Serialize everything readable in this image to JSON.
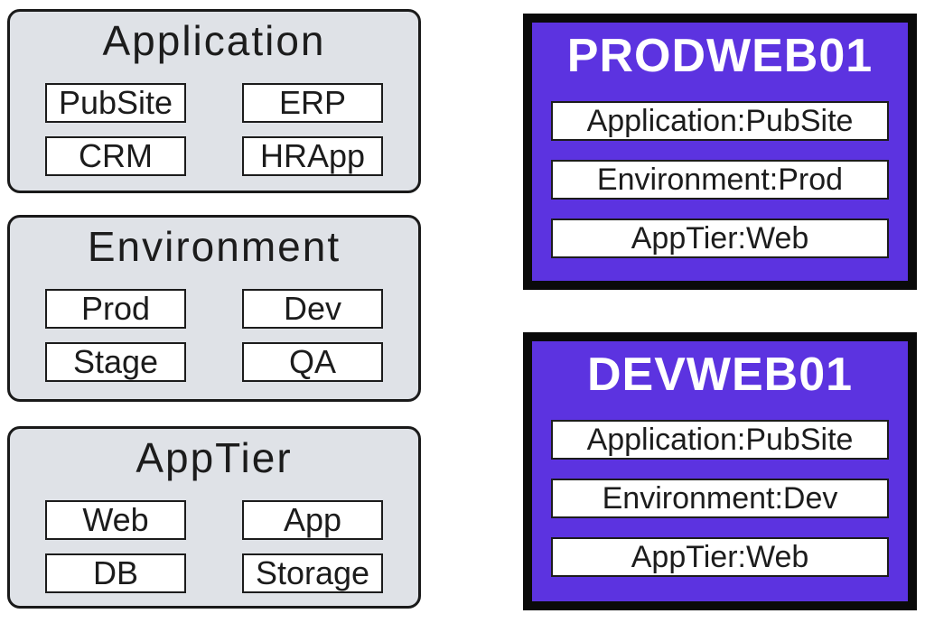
{
  "colors": {
    "background": "#ffffff",
    "panel_fill": "#dfe2e7",
    "panel_border": "#1a1a1a",
    "chip_fill": "#ffffff",
    "chip_border": "#1c1c1c",
    "server_fill": "#5c33e0",
    "server_border": "#0a0a0a",
    "server_title_text": "#ffffff",
    "body_text": "#1c1c1c"
  },
  "tag_categories": [
    {
      "title": "Application",
      "values": [
        "PubSite",
        "ERP",
        "CRM",
        "HRApp"
      ]
    },
    {
      "title": "Environment",
      "values": [
        "Prod",
        "Dev",
        "Stage",
        "QA"
      ]
    },
    {
      "title": "AppTier",
      "values": [
        "Web",
        "App",
        "DB",
        "Storage"
      ]
    }
  ],
  "servers": [
    {
      "name": "PRODWEB01",
      "tags": [
        "Application:PubSite",
        "Environment:Prod",
        "AppTier:Web"
      ]
    },
    {
      "name": "DEVWEB01",
      "tags": [
        "Application:PubSite",
        "Environment:Dev",
        "AppTier:Web"
      ]
    }
  ]
}
